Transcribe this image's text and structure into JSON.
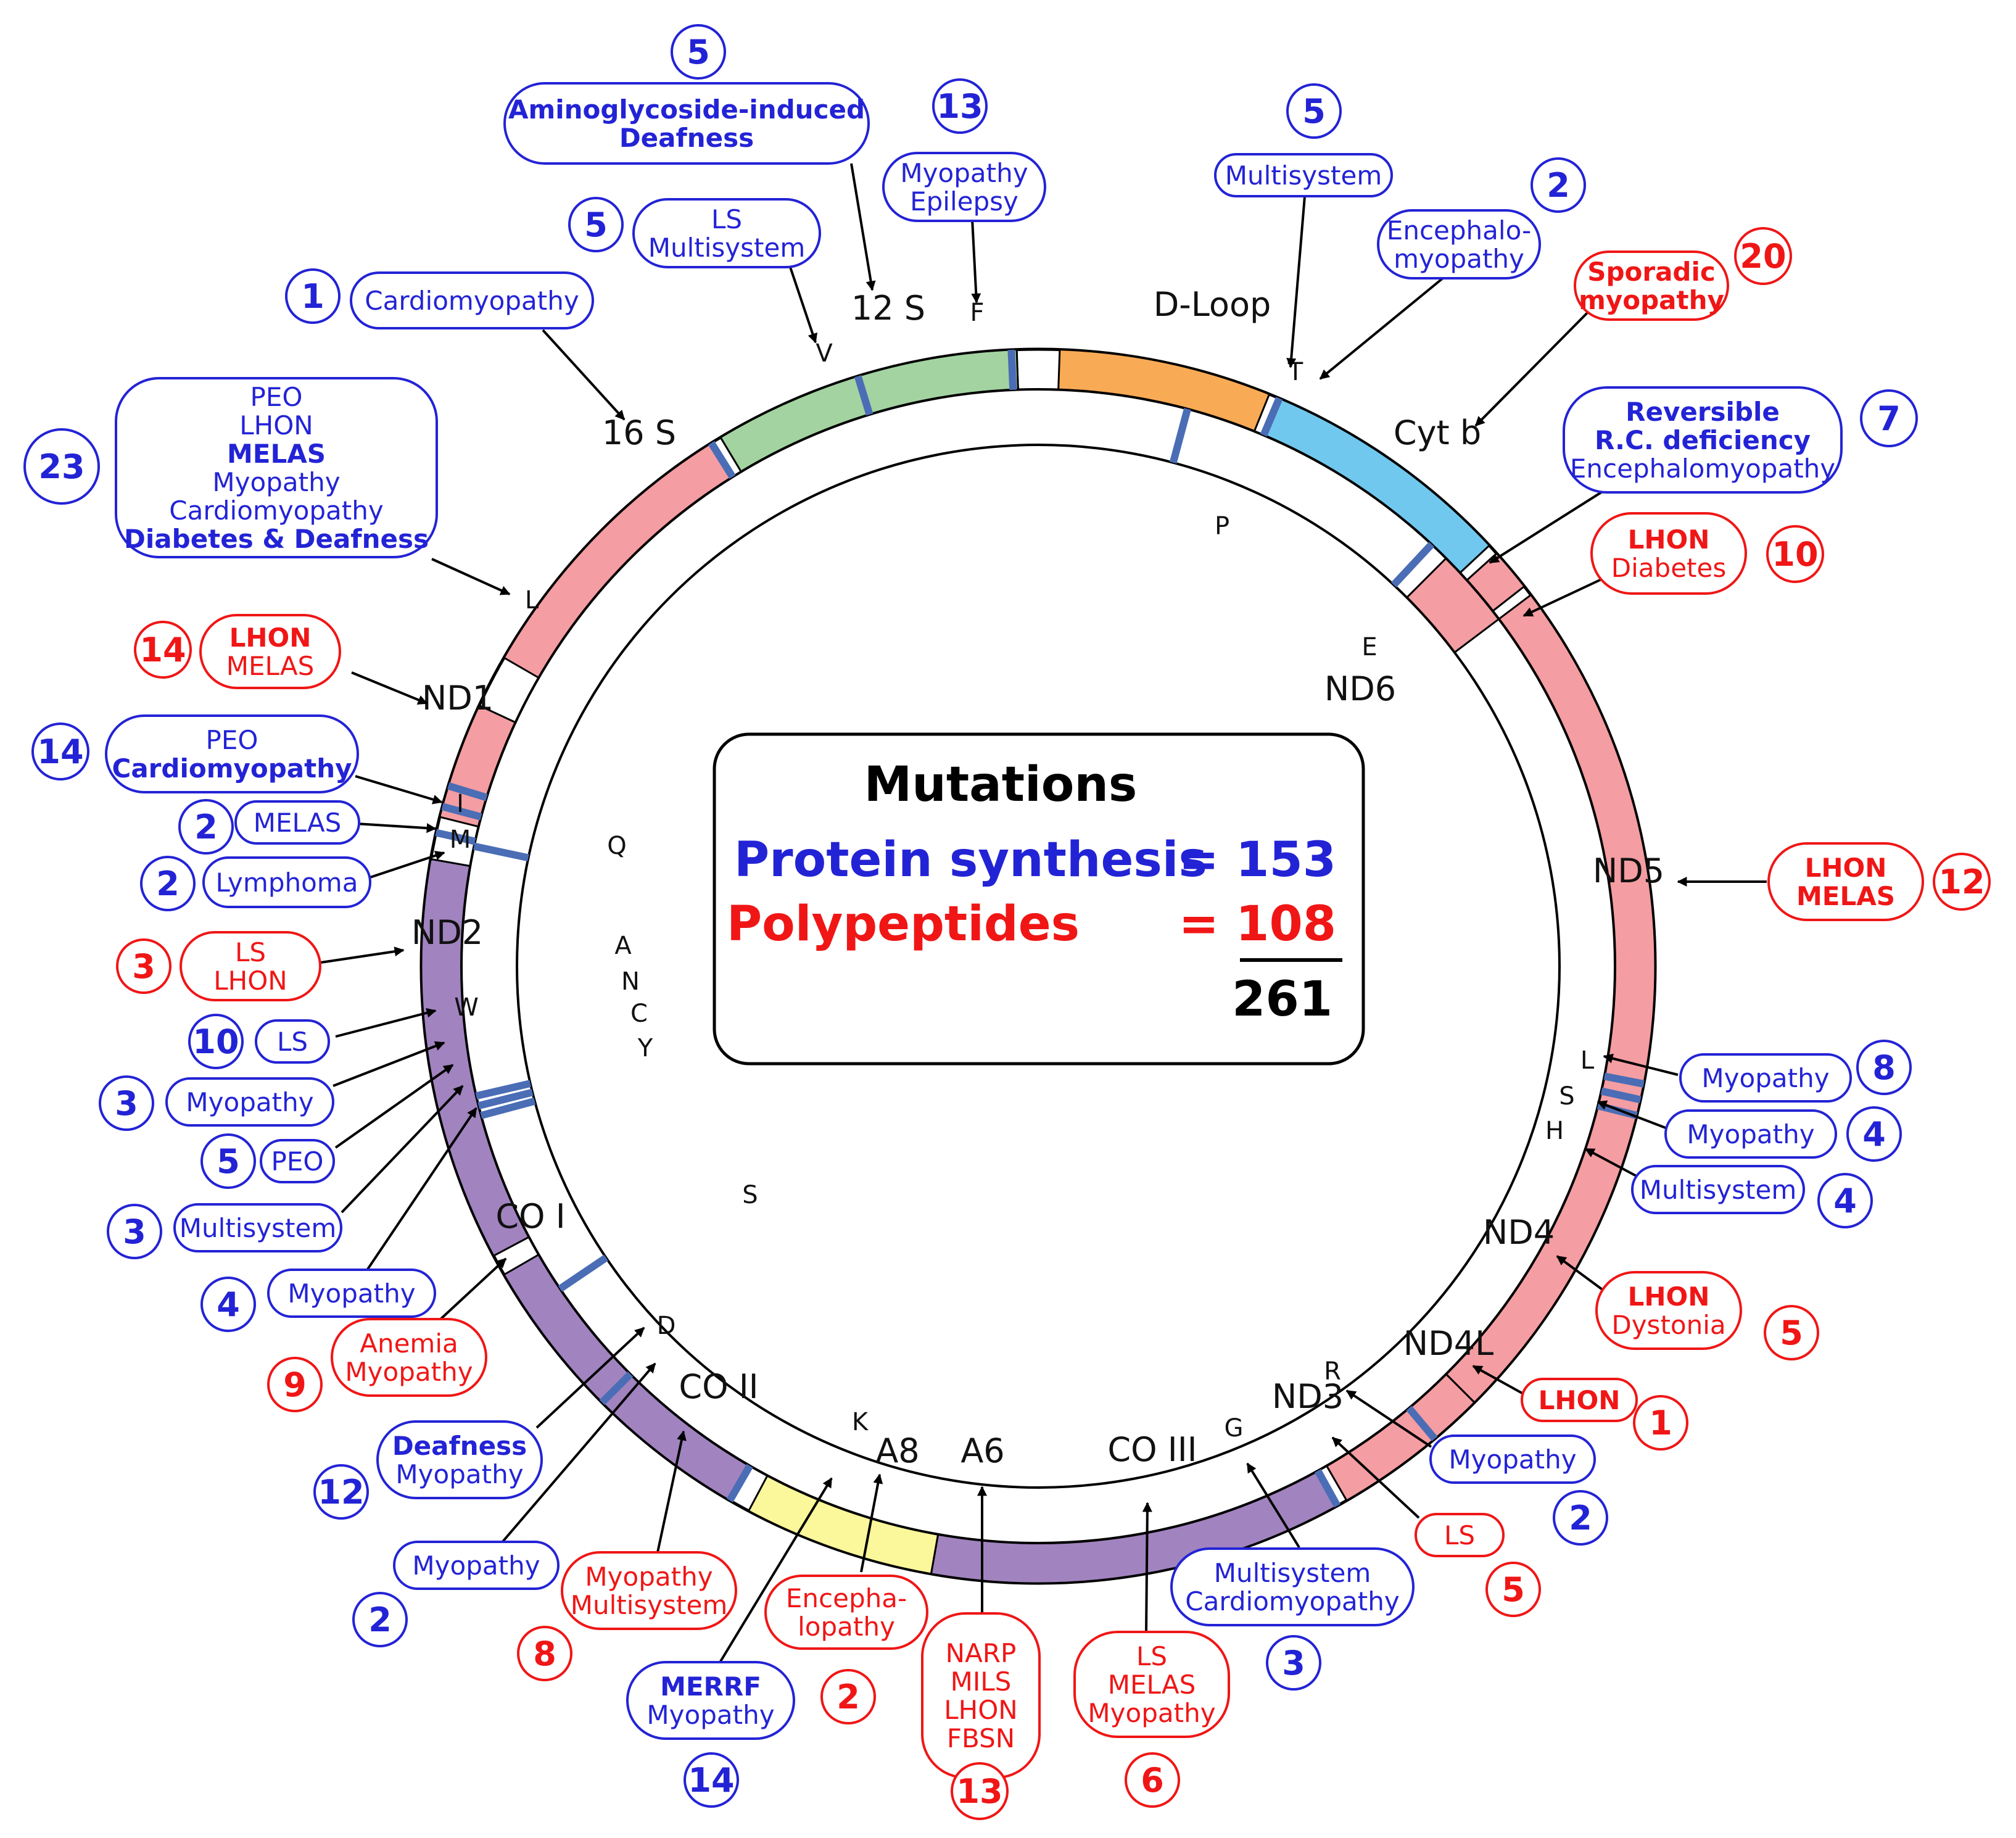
{
  "colors": {
    "blue": "#2323d6",
    "red": "#f01616",
    "rrna": "#a3d3a1",
    "dloop": "#f9aa55",
    "cytb": "#70c8ee",
    "nd": "#f49da2",
    "co": "#a183bf",
    "atp": "#fbf79b",
    "trna_bar": "#4a6db5"
  },
  "center_box": {
    "title": "Mutations",
    "protein_label": "Protein synthesis",
    "protein_value": "= 153",
    "poly_label": "Polypeptides",
    "poly_value": "= 108",
    "total": "261"
  },
  "genes": [
    {
      "label": "12 S"
    },
    {
      "label": "16 S"
    },
    {
      "label": "D-Loop"
    },
    {
      "label": "Cyt b"
    },
    {
      "label": "ND1"
    },
    {
      "label": "ND2"
    },
    {
      "label": "ND5"
    },
    {
      "label": "ND6"
    },
    {
      "label": "ND4"
    },
    {
      "label": "ND4L"
    },
    {
      "label": "ND3"
    },
    {
      "label": "CO I"
    },
    {
      "label": "CO II"
    },
    {
      "label": "CO III"
    },
    {
      "label": "A8"
    },
    {
      "label": "A6"
    }
  ],
  "trnas": [
    {
      "label": "V"
    },
    {
      "label": "F"
    },
    {
      "label": "T"
    },
    {
      "label": "P"
    },
    {
      "label": "L"
    },
    {
      "label": "E"
    },
    {
      "label": "I"
    },
    {
      "label": "M"
    },
    {
      "label": "Q"
    },
    {
      "label": "A"
    },
    {
      "label": "N"
    },
    {
      "label": "C"
    },
    {
      "label": "Y"
    },
    {
      "label": "W"
    },
    {
      "label": "S"
    },
    {
      "label": "D"
    },
    {
      "label": "K"
    },
    {
      "label": "G"
    },
    {
      "label": "R"
    },
    {
      "label": "L"
    },
    {
      "label": "S"
    },
    {
      "label": "H"
    }
  ],
  "annotations": [
    {
      "num": "5",
      "color": "blue",
      "lines": [
        {
          "t": "Aminoglycoside-induced",
          "b": true
        },
        {
          "t": "Deafness",
          "b": true
        }
      ]
    },
    {
      "num": "13",
      "color": "blue",
      "lines": [
        {
          "t": "Myopathy"
        },
        {
          "t": "Epilepsy"
        }
      ]
    },
    {
      "num": "5",
      "color": "blue",
      "lines": [
        {
          "t": "LS"
        },
        {
          "t": "Multisystem"
        }
      ]
    },
    {
      "num": "1",
      "color": "blue",
      "lines": [
        {
          "t": "Cardiomyopathy"
        }
      ]
    },
    {
      "num": "23",
      "color": "blue",
      "lines": [
        {
          "t": "PEO"
        },
        {
          "t": "LHON"
        },
        {
          "t": "MELAS",
          "b": true
        },
        {
          "t": "Myopathy"
        },
        {
          "t": "Cardiomyopathy"
        },
        {
          "t": "Diabetes & Deafness",
          "b": true
        }
      ]
    },
    {
      "num": "5",
      "color": "blue",
      "lines": [
        {
          "t": "Multisystem"
        }
      ]
    },
    {
      "num": "2",
      "color": "blue",
      "lines": [
        {
          "t": "Encephalo-"
        },
        {
          "t": "myopathy"
        }
      ]
    },
    {
      "num": "20",
      "color": "red",
      "lines": [
        {
          "t": "Sporadic",
          "b": true
        },
        {
          "t": "myopathy",
          "b": true
        }
      ]
    },
    {
      "num": "7",
      "color": "blue",
      "lines": [
        {
          "t": "Reversible",
          "b": true
        },
        {
          "t": "R.C. deficiency",
          "b": true
        },
        {
          "t": "Encephalomyopathy"
        }
      ]
    },
    {
      "num": "10",
      "color": "red",
      "lines": [
        {
          "t": "LHON",
          "b": true
        },
        {
          "t": "Diabetes"
        }
      ]
    },
    {
      "num": "14",
      "color": "red",
      "lines": [
        {
          "t": "LHON",
          "b": true
        },
        {
          "t": "MELAS"
        }
      ]
    },
    {
      "num": "14",
      "color": "blue",
      "lines": [
        {
          "t": "PEO"
        },
        {
          "t": "Cardiomyopathy",
          "b": true
        }
      ]
    },
    {
      "num": "2",
      "color": "blue",
      "lines": [
        {
          "t": "MELAS"
        }
      ]
    },
    {
      "num": "2",
      "color": "blue",
      "lines": [
        {
          "t": "Lymphoma"
        }
      ]
    },
    {
      "num": "3",
      "color": "red",
      "lines": [
        {
          "t": "LS"
        },
        {
          "t": "LHON"
        }
      ]
    },
    {
      "num": "12",
      "color": "red",
      "lines": [
        {
          "t": "LHON",
          "b": true
        },
        {
          "t": "MELAS",
          "b": true
        }
      ]
    },
    {
      "num": "10",
      "color": "blue",
      "lines": [
        {
          "t": "LS"
        }
      ]
    },
    {
      "num": "3",
      "color": "blue",
      "lines": [
        {
          "t": "Myopathy"
        }
      ]
    },
    {
      "num": "5",
      "color": "blue",
      "lines": [
        {
          "t": "PEO"
        }
      ]
    },
    {
      "num": "3",
      "color": "blue",
      "lines": [
        {
          "t": "Multisystem"
        }
      ]
    },
    {
      "num": "4",
      "color": "blue",
      "lines": [
        {
          "t": "Myopathy"
        }
      ]
    },
    {
      "num": "8",
      "color": "blue",
      "lines": [
        {
          "t": "Myopathy"
        }
      ]
    },
    {
      "num": "4",
      "color": "blue",
      "lines": [
        {
          "t": "Myopathy"
        }
      ]
    },
    {
      "num": "4",
      "color": "blue",
      "lines": [
        {
          "t": "Multisystem"
        }
      ]
    },
    {
      "num": "5",
      "color": "red",
      "lines": [
        {
          "t": "LHON",
          "b": true
        },
        {
          "t": "Dystonia"
        }
      ]
    },
    {
      "num": "1",
      "color": "red",
      "lines": [
        {
          "t": "LHON",
          "b": true
        }
      ]
    },
    {
      "num": "2",
      "color": "blue",
      "lines": [
        {
          "t": "Myopathy"
        }
      ]
    },
    {
      "num": "5",
      "color": "red",
      "lines": [
        {
          "t": "LS"
        }
      ]
    },
    {
      "num": "9",
      "color": "red",
      "lines": [
        {
          "t": "Anemia"
        },
        {
          "t": "Myopathy"
        }
      ]
    },
    {
      "num": "12",
      "color": "blue",
      "lines": [
        {
          "t": "Deafness",
          "b": true
        },
        {
          "t": "Myopathy"
        }
      ]
    },
    {
      "num": "2",
      "color": "blue",
      "lines": [
        {
          "t": "Myopathy"
        }
      ]
    },
    {
      "num": "8",
      "color": "red",
      "lines": [
        {
          "t": "Myopathy"
        },
        {
          "t": "Multisystem"
        }
      ]
    },
    {
      "num": "2",
      "color": "red",
      "lines": [
        {
          "t": "Encepha-"
        },
        {
          "t": "lopathy"
        }
      ]
    },
    {
      "num": "14",
      "color": "blue",
      "lines": [
        {
          "t": "MERRF",
          "b": true
        },
        {
          "t": "Myopathy"
        }
      ]
    },
    {
      "num": "13",
      "color": "red",
      "lines": [
        {
          "t": "NARP"
        },
        {
          "t": "MILS"
        },
        {
          "t": "LHON"
        },
        {
          "t": "FBSN"
        }
      ]
    },
    {
      "num": "6",
      "color": "red",
      "lines": [
        {
          "t": "LS"
        },
        {
          "t": "MELAS"
        },
        {
          "t": "Myopathy"
        }
      ]
    },
    {
      "num": "3",
      "color": "blue",
      "lines": [
        {
          "t": "Multisystem"
        },
        {
          "t": "Cardiomyopathy"
        }
      ]
    }
  ]
}
